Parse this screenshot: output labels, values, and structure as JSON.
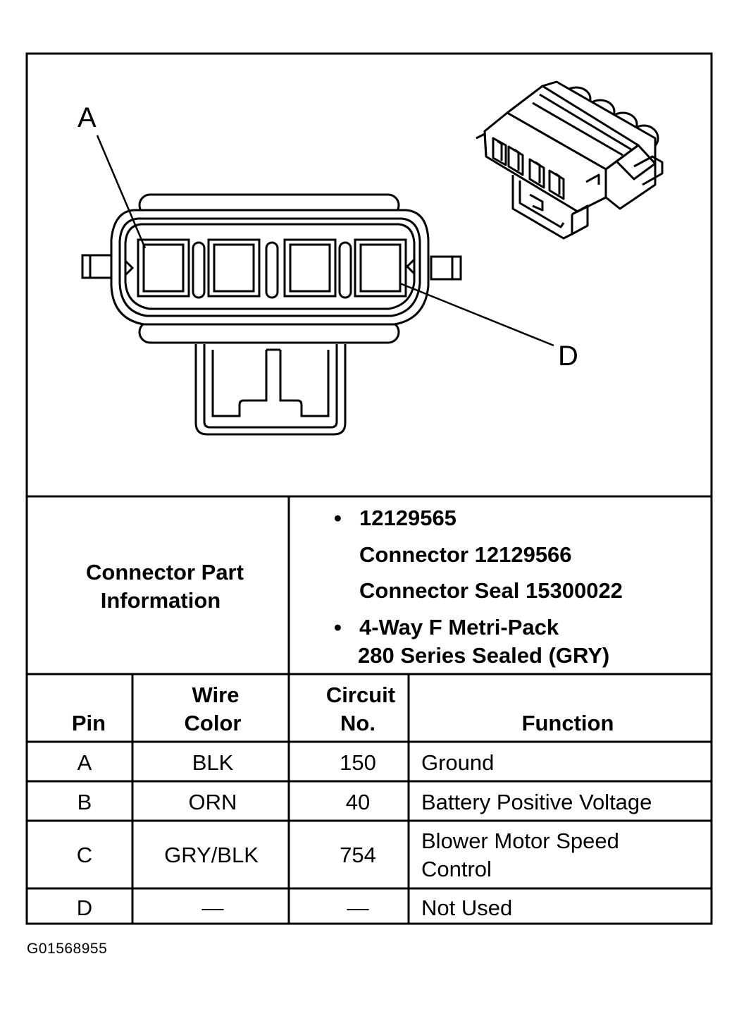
{
  "diagram": {
    "callout_a": "A",
    "callout_d": "D"
  },
  "part_info": {
    "label_line1": "Connector Part",
    "label_line2": "Information",
    "items": [
      {
        "bullet": "•",
        "text": "12129565"
      },
      {
        "bullet": "",
        "text": "Connector 12129566"
      },
      {
        "bullet": "",
        "text": "Connector Seal 15300022"
      },
      {
        "bullet": "•",
        "text": "4-Way F Metri-Pack"
      },
      {
        "bullet": "",
        "text": "280 Series Sealed (GRY)"
      }
    ]
  },
  "pin_table": {
    "headers": {
      "pin": "Pin",
      "wire_color_line1": "Wire",
      "wire_color_line2": "Color",
      "circuit_line1": "Circuit",
      "circuit_line2": "No.",
      "function": "Function"
    },
    "rows": [
      {
        "pin": "A",
        "wire": "BLK",
        "circuit": "150",
        "function_line1": "Ground",
        "function_line2": ""
      },
      {
        "pin": "B",
        "wire": "ORN",
        "circuit": "40",
        "function_line1": "Battery Positive Voltage",
        "function_line2": ""
      },
      {
        "pin": "C",
        "wire": "GRY/BLK",
        "circuit": "754",
        "function_line1": "Blower Motor Speed",
        "function_line2": "Control"
      },
      {
        "pin": "D",
        "wire": "—",
        "circuit": "—",
        "function_line1": "Not Used",
        "function_line2": ""
      }
    ]
  },
  "figure_id": "G01568955"
}
